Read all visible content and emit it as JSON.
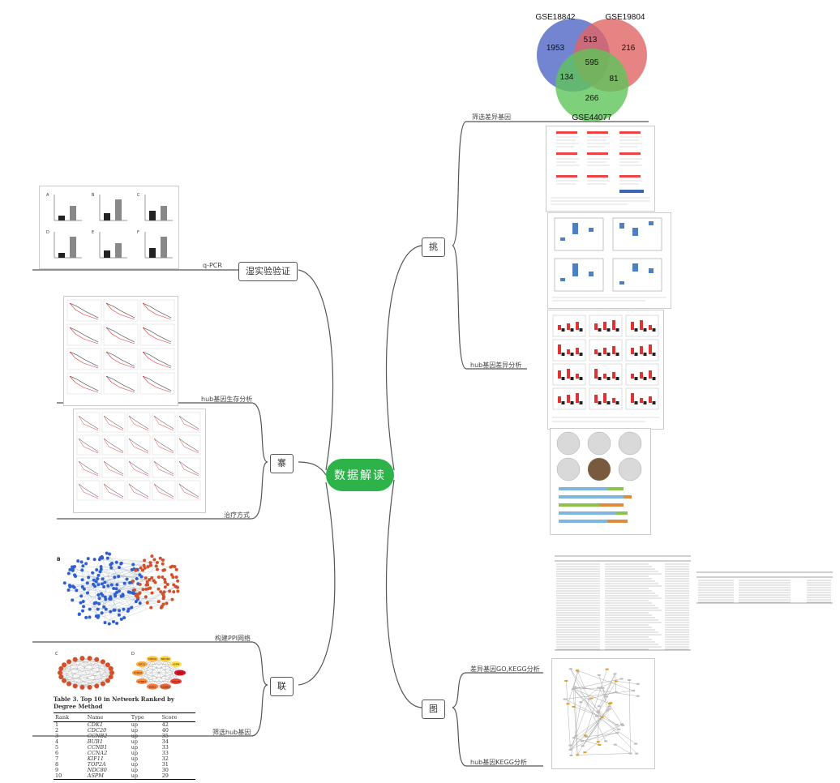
{
  "center": {
    "label": "数据解读"
  },
  "branches": {
    "tiao": "挑",
    "tu": "图",
    "zhai": "寨",
    "lian": "联",
    "shiyan": "湿实验验证"
  },
  "leaves": {
    "filter_deg": "筛选差异基因",
    "hub_diff": "hub基因差异分析",
    "go_kegg": "差异基因GO,KEGG分析",
    "hub_kegg": "hub基因KEGG分析",
    "hub_survival": "hub基因生存分析",
    "treatment": "治疗方式",
    "ppi": "构建PPI网络",
    "hub_select": "筛选hub基因",
    "qpcr": "q-PCR"
  },
  "venn": {
    "sets": [
      "GSE18842",
      "GSE19804",
      "GSE44077"
    ],
    "regions": {
      "a_only": "1953",
      "b_only": "216",
      "c_only": "266",
      "ab": "513",
      "ac": "134",
      "bc": "81",
      "abc": "595"
    },
    "colors": {
      "a": "#5b6ec8",
      "b": "#e06464",
      "c": "#5fc45a"
    }
  },
  "table3": {
    "title": "Table 3.  Top 10 in Network Ranked by Degree Method",
    "columns": [
      "Rank",
      "Name",
      "Type",
      "Score"
    ],
    "rows": [
      [
        "1",
        "CDK1",
        "up",
        "42"
      ],
      [
        "2",
        "CDC20",
        "up",
        "40"
      ],
      [
        "3",
        "CCNB2",
        "up",
        "35"
      ],
      [
        "4",
        "BUB1",
        "up",
        "34"
      ],
      [
        "5",
        "CCNB1",
        "up",
        "33"
      ],
      [
        "6",
        "CCNA2",
        "up",
        "33"
      ],
      [
        "7",
        "KIF11",
        "up",
        "32"
      ],
      [
        "8",
        "TOP2A",
        "up",
        "31"
      ],
      [
        "9",
        "NDC80",
        "up",
        "30"
      ],
      [
        "10",
        "ASPM",
        "up",
        "29"
      ]
    ]
  },
  "qpcr_panels": [
    "A",
    "B",
    "C",
    "D",
    "E",
    "F"
  ],
  "ppi_panel": "B",
  "hub_panels": [
    "C",
    "D"
  ],
  "hub_nodes": [
    "CDK1",
    "CDC20",
    "CCNB2",
    "BUB1",
    "CCNB1",
    "CCNA2",
    "KIF11",
    "TOP2A",
    "NDC80",
    "ASPM"
  ],
  "colors": {
    "center": "#2eb34a",
    "line": "#555555"
  }
}
